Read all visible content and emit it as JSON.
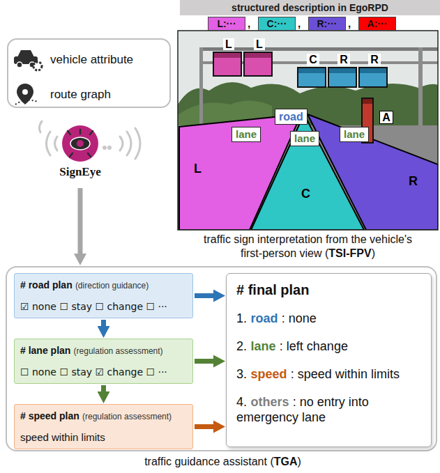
{
  "diagram": {
    "nodes": [
      {
        "text": [
          "vehicle attribute",
          "route graph"
        ]
      },
      {
        "text": [
          "SignEye"
        ]
      },
      {
        "text": [
          "traffic sign interpretation from the vehicle's first-person view (",
          "TSI-FPV",
          ")"
        ]
      },
      {
        "text": [
          "L"
        ],
        "in": 2
      },
      {
        "text": [
          "L"
        ],
        "in": 2
      },
      {
        "text": [
          "C"
        ],
        "in": 2
      },
      {
        "text": [
          "R"
        ],
        "in": 2
      },
      {
        "text": [
          "R"
        ],
        "in": 2
      },
      {
        "text": [
          "A"
        ],
        "in": 2
      },
      {
        "text": [
          "road"
        ],
        "in": 2
      },
      {
        "text": [
          "lane"
        ],
        "in": 2
      },
      {
        "text": [
          "lane"
        ],
        "in": 2
      },
      {
        "text": [
          "lane"
        ],
        "in": 2
      },
      {
        "text": [
          "traffic guidance assistant (",
          "TGA",
          ")"
        ]
      },
      {
        "text": [
          "# road plan",
          "(direction guidance)",
          "☑ none ☐ stay ☐ change ☐ ···"
        ],
        "in": 13
      },
      {
        "text": [
          "# lane plan",
          "(regulation assessment)",
          "☐ none ☐ stay ☑ change ☐ ···"
        ],
        "in": 13
      },
      {
        "text": [
          "# speed plan",
          "(regulation assessment)",
          "speed within limits"
        ],
        "in": 13
      },
      {
        "text": [
          "# final plan",
          "1.",
          "road",
          ": none",
          "2.",
          "lane",
          ": left change",
          "3.",
          "speed",
          ": speed within limits",
          "4.",
          "others",
          ": no entry into emergency lane"
        ],
        "in": 13
      }
    ],
    "edges": [
      {
        "from": 1,
        "to": 13,
        "arrow": "to"
      },
      {
        "from": 14,
        "to": 15,
        "arrow": "to"
      },
      {
        "from": 15,
        "to": 16,
        "arrow": "to"
      },
      {
        "from": 14,
        "to": 17,
        "arrow": "to"
      },
      {
        "from": 15,
        "to": 17,
        "arrow": "to"
      },
      {
        "from": 16,
        "to": 17,
        "arrow": "to"
      }
    ],
    "labels": [
      "structured description in EgoRPD",
      ",",
      ",",
      ",",
      "L",
      "C",
      "R"
    ],
    "legend": [
      {
        "text": "L:···",
        "color": "#e35fe3"
      },
      {
        "text": "C:···",
        "color": "#2fc6c6"
      },
      {
        "text": "R:···",
        "color": "#6b4fd6"
      },
      {
        "text": "A:···",
        "color": "#ff0000"
      }
    ]
  }
}
